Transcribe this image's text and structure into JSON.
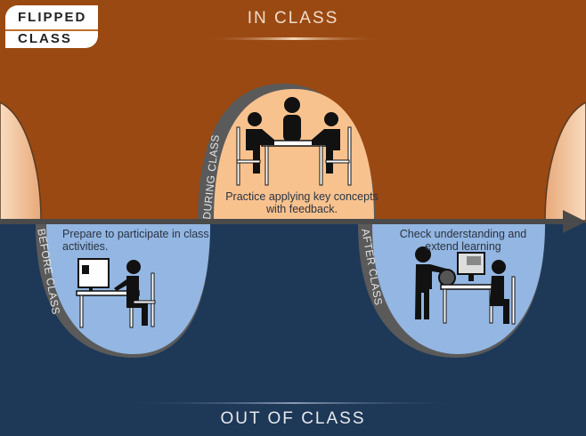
{
  "logo": {
    "line1": "FLIPPED",
    "line2": "CLASS"
  },
  "zones": {
    "top": "IN CLASS",
    "bottom": "OUT OF CLASS"
  },
  "stages": [
    {
      "name": "BEFORE CLASS",
      "description": "Prepare to participate in class activities."
    },
    {
      "name": "DURING CLASS",
      "description": "Practice applying key concepts with feedback."
    },
    {
      "name": "AFTER CLASS",
      "description": "Check understanding and extend learning"
    }
  ],
  "colors": {
    "in_class": "#9a4912",
    "out_class": "#1e3857",
    "bowl": "#93b6e2",
    "dome": "#f8c28f",
    "rim": "#5a5a5a"
  }
}
